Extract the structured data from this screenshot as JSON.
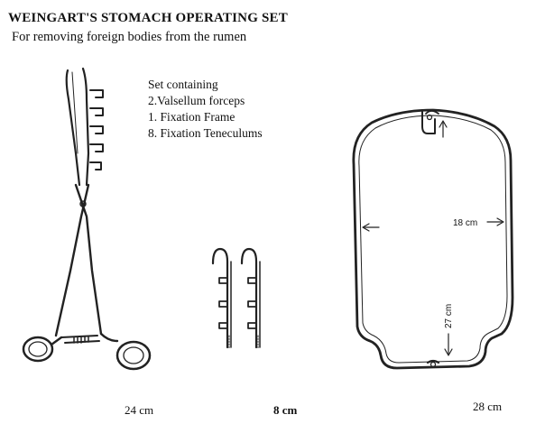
{
  "header": {
    "title": "WEINGART'S STOMACH OPERATING SET",
    "subtitle": "For removing foreign bodies from the rumen"
  },
  "set_contents": {
    "heading": "Set containing",
    "items": [
      "2.Valsellum forceps",
      "1.  Fixation Frame",
      "8.  Fixation Teneculums"
    ]
  },
  "captions": {
    "forceps": "24 cm",
    "teneculums": "8 cm",
    "frame": "28 cm"
  },
  "frame_dimensions": {
    "width_label": "18 cm",
    "height_label": "27 cm"
  }
}
